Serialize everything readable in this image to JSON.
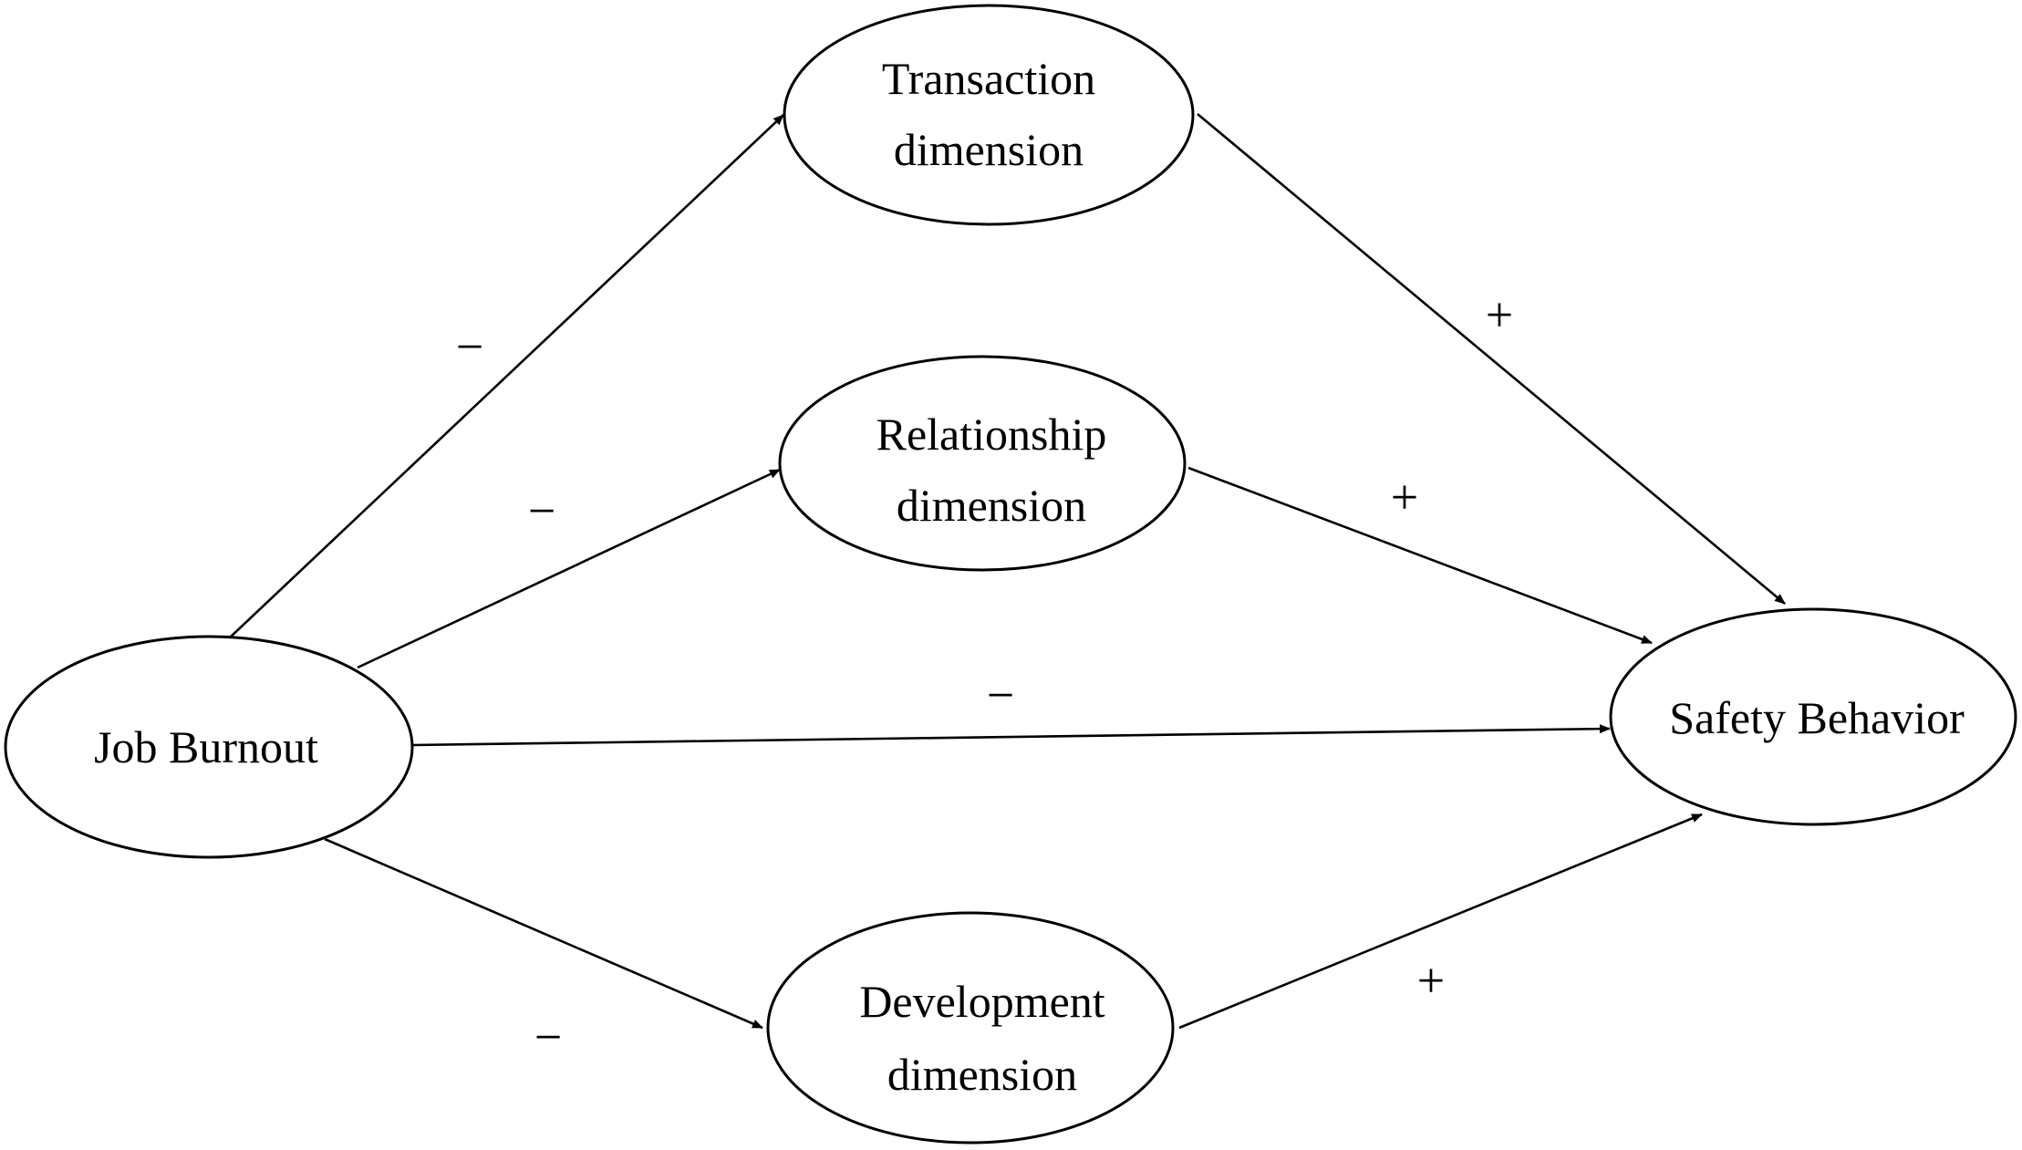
{
  "nodes": {
    "job_burnout": {
      "label": "Job Burnout"
    },
    "transaction": {
      "line1": "Transaction",
      "line2": "dimension"
    },
    "relationship": {
      "line1": "Relationship",
      "line2": "dimension"
    },
    "development": {
      "line1": "Development",
      "line2": "dimension"
    },
    "safety_behavior": {
      "label": "Safety Behavior"
    }
  },
  "edges": {
    "burnout_to_transaction": {
      "from": "Job Burnout",
      "to": "Transaction dimension",
      "sign": "−"
    },
    "burnout_to_relationship": {
      "from": "Job Burnout",
      "to": "Relationship dimension",
      "sign": "−"
    },
    "burnout_to_safety": {
      "from": "Job Burnout",
      "to": "Safety Behavior",
      "sign": "−"
    },
    "burnout_to_development": {
      "from": "Job Burnout",
      "to": "Development dimension",
      "sign": "−"
    },
    "transaction_to_safety": {
      "from": "Transaction dimension",
      "to": "Safety Behavior",
      "sign": "+"
    },
    "relationship_to_safety": {
      "from": "Relationship dimension",
      "to": "Safety Behavior",
      "sign": "+"
    },
    "development_to_safety": {
      "from": "Development dimension",
      "to": "Safety Behavior",
      "sign": "+"
    }
  }
}
